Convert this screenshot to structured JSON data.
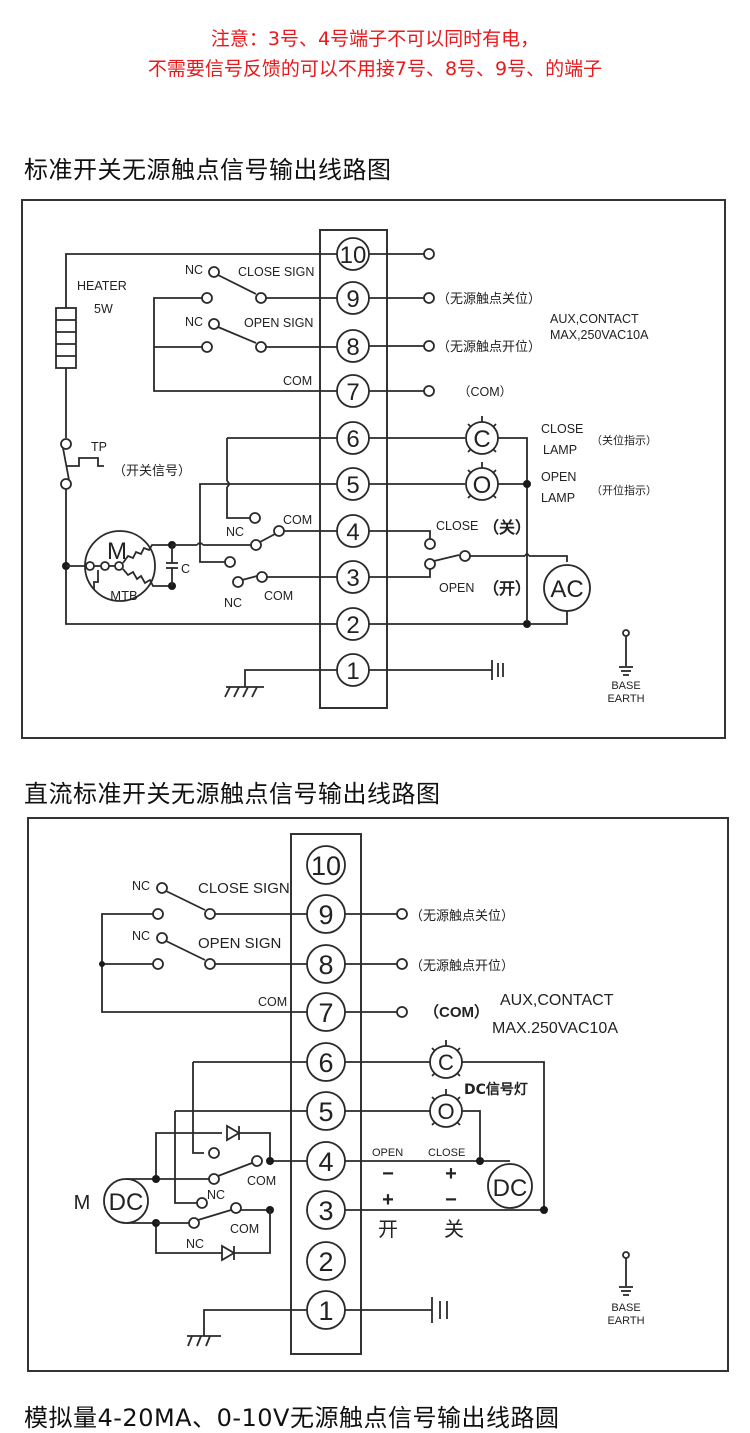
{
  "notice": {
    "line1": "注意：3号、4号端子不可以同时有电，",
    "line2": "不需要信号反馈的可以不用接7号、8号、9号、的端子",
    "color": "#e8191c"
  },
  "diagram1": {
    "title": "标准开关无源触点信号输出线路图",
    "terminals": [
      "10",
      "9",
      "8",
      "7",
      "6",
      "5",
      "4",
      "3",
      "2",
      "1"
    ],
    "heater": "HEATER",
    "heater_power": "5W",
    "nc1": "NC",
    "close_sign": "CLOSE SIGN",
    "nc2": "NC",
    "open_sign": "OPEN SIGN",
    "com": "COM",
    "tp": "TP",
    "switch_signal": "（开关信号）",
    "out9": "（无源触点关位）",
    "out8": "（无源触点开位）",
    "out7": "（COM）",
    "aux1": "AUX,CONTACT",
    "aux2": "MAX,250VAC10A",
    "lamp_c": "C",
    "lamp_o": "O",
    "close_lamp1": "CLOSE",
    "close_lamp2": "LAMP",
    "close_lamp_cn": "（关位指示）",
    "open_lamp1": "OPEN",
    "open_lamp2": "LAMP",
    "open_lamp_cn": "（开位指示）",
    "close_sw": "CLOSE",
    "close_sw_cn": "（关）",
    "open_sw": "OPEN",
    "open_sw_cn": "（开）",
    "ac": "AC",
    "motor": "M",
    "mtb": "MTB",
    "cap": "C",
    "nc4": "NC",
    "com4": "COM",
    "nc3": "NC",
    "com3": "COM",
    "base": "BASE",
    "earth": "EARTH"
  },
  "diagram2": {
    "title": "直流标准开关无源触点信号输出线路图",
    "terminals": [
      "10",
      "9",
      "8",
      "7",
      "6",
      "5",
      "4",
      "3",
      "2",
      "1"
    ],
    "nc1": "NC",
    "close_sign": "CLOSE SIGN",
    "nc2": "NC",
    "open_sign": "OPEN SIGN",
    "com": "COM",
    "out9": "（无源触点关位）",
    "out8": "（无源触点开位）",
    "out7": "（COM）",
    "aux1": "AUX,CONTACT",
    "aux2": "MAX.250VAC10A",
    "lamp_c": "C",
    "lamp_o": "O",
    "dc_lamp": "DC信号灯",
    "open_label": "OPEN",
    "close_label": "CLOSE",
    "minus": "−",
    "plus": "+",
    "open_cn": "开",
    "close_cn": "关",
    "dc": "DC",
    "motor_m": "M",
    "motor_dc": "DC",
    "nc4": "NC",
    "com4": "COM",
    "nc3": "NC",
    "com3": "COM",
    "base": "BASE",
    "earth": "EARTH"
  },
  "section3": {
    "title": "模拟量4-20MA、0-10V无源触点信号输出线路圆"
  }
}
